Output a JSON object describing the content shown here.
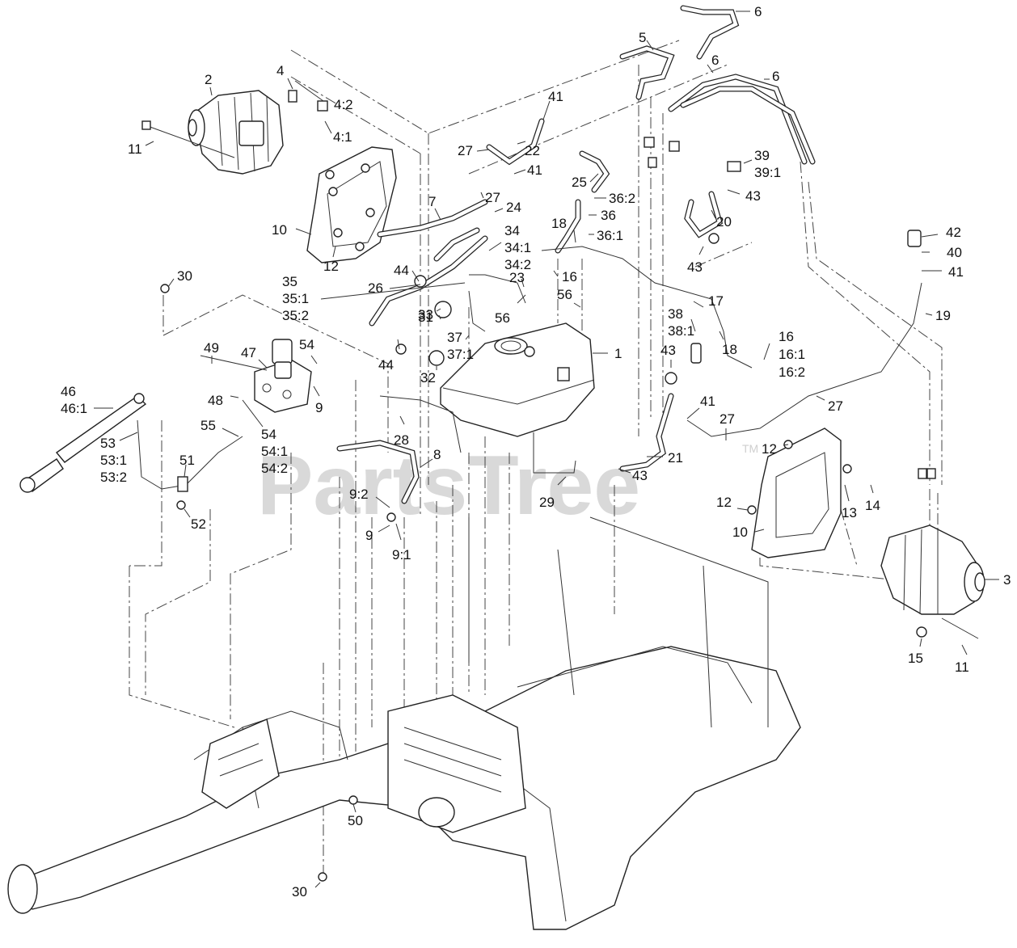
{
  "watermark": {
    "text": "PartsTree",
    "tm": "TM"
  },
  "callouts": [
    "1",
    "2",
    "3",
    "4",
    "4:1",
    "4:2",
    "5",
    "6",
    "7",
    "8",
    "9",
    "9:1",
    "9:2",
    "10",
    "11",
    "12",
    "13",
    "14",
    "15",
    "16",
    "16:1",
    "16:2",
    "17",
    "18",
    "19",
    "20",
    "21",
    "22",
    "23",
    "24",
    "25",
    "26",
    "27",
    "28",
    "29",
    "30",
    "31",
    "32",
    "33",
    "34",
    "34:1",
    "34:2",
    "35",
    "35:1",
    "35:2",
    "36",
    "36:1",
    "36:2",
    "37",
    "37:1",
    "38",
    "38:1",
    "39",
    "39:1",
    "40",
    "41",
    "42",
    "43",
    "44",
    "46",
    "46:1",
    "47",
    "48",
    "49",
    "50",
    "51",
    "52",
    "53",
    "53:1",
    "53:2",
    "54",
    "54:1",
    "54:2",
    "55",
    "56"
  ],
  "icons": {
    "callout_leader": "leader-line",
    "component": "hydraulic-part"
  }
}
